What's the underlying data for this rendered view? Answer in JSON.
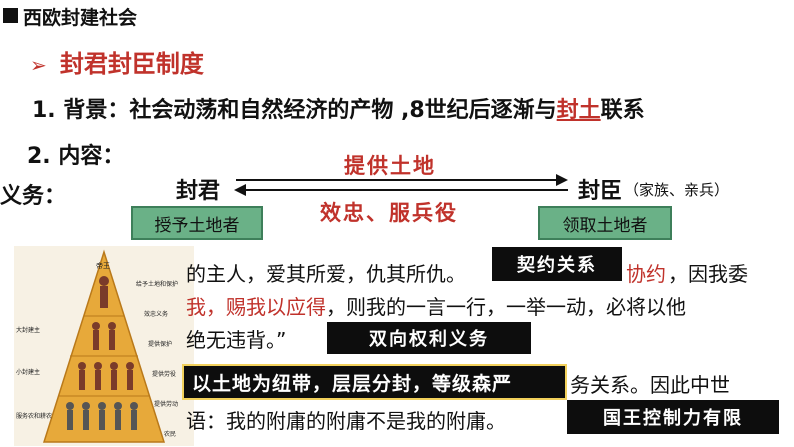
{
  "header": {
    "title": "西欧封建社会"
  },
  "section": {
    "title": "封君封臣制度"
  },
  "background": {
    "prefix": "1. 背景：社会动荡和自然经济的产物 ,8世纪后逐渐与",
    "highlight": "封土",
    "suffix": "联系"
  },
  "content": {
    "label": "2. 内容："
  },
  "duty": {
    "label": "义务：",
    "lord": "封君",
    "vassal": "封臣",
    "vassal_note": "（家族、亲兵）",
    "give_land": "提供土地",
    "serve": "效忠、服兵役",
    "grantor_box": "授予土地者",
    "receiver_box": "领取土地者"
  },
  "quote": {
    "line1": "的主人，爱其所爱，仇其所仇。",
    "line1_faint": "…",
    "line1_red": "协约",
    "line1_end": "，因我委",
    "line2_red": "我，赐我以应得",
    "line2_end": "，则我的一言一行，一举一动，必将以他",
    "line3": "绝无违背。”"
  },
  "summary": {
    "boxed": "以土地为纽带，层层分封，等级森严",
    "boxed_tail": "务关系",
    "after": "。因此中世",
    "line2": "语：我的附庸的附庸不是我的附庸。"
  },
  "labels": {
    "contract": "契约关系",
    "mutual": "双向权利义务",
    "king_limit": "国王控制力有限"
  },
  "pyramid": {
    "top": "帝王",
    "left": [
      "大封建主",
      "小封建主",
      "服务农和耕农"
    ],
    "right": [
      "给予土地和保护",
      "效忠义务",
      "提供保护",
      "提供劳役",
      "提供劳动"
    ],
    "bottom_right": "农民"
  }
}
